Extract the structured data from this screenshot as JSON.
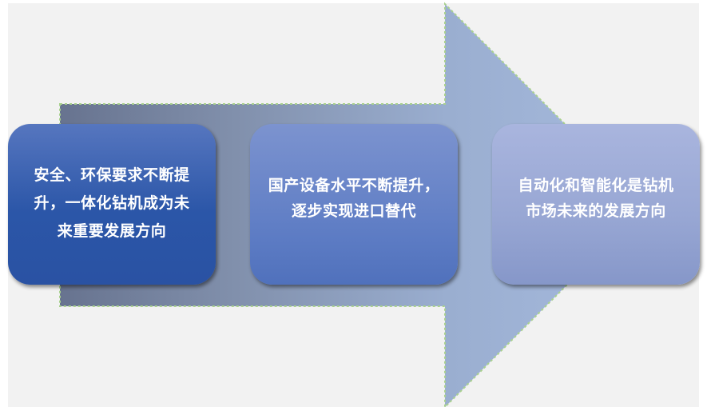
{
  "diagram": {
    "type": "process-arrow",
    "colors": {
      "background": "#f2f2f2",
      "arrow_gradient_start": "#67738f",
      "arrow_gradient_end": "#a6bade",
      "arrow_outline": "#a9d18e",
      "text": "#ffffff"
    },
    "steps": [
      {
        "id": "step-1",
        "lines": [
          "安全、环保要求不断提",
          "升，一体化钻机成为未",
          "来重要发展方向"
        ],
        "color_top": "#5676bf",
        "color_bottom": "#2a52a3"
      },
      {
        "id": "step-2",
        "lines": [
          "国产设备水平不断提升，",
          "逐步实现进口替代"
        ],
        "color_top": "#7c93cf",
        "color_bottom": "#5071bc"
      },
      {
        "id": "step-3",
        "lines": [
          "自动化和智能化是钻机",
          "市场未来的发展方向"
        ],
        "color_top": "#a9b5de",
        "color_bottom": "#8697c9"
      }
    ]
  }
}
